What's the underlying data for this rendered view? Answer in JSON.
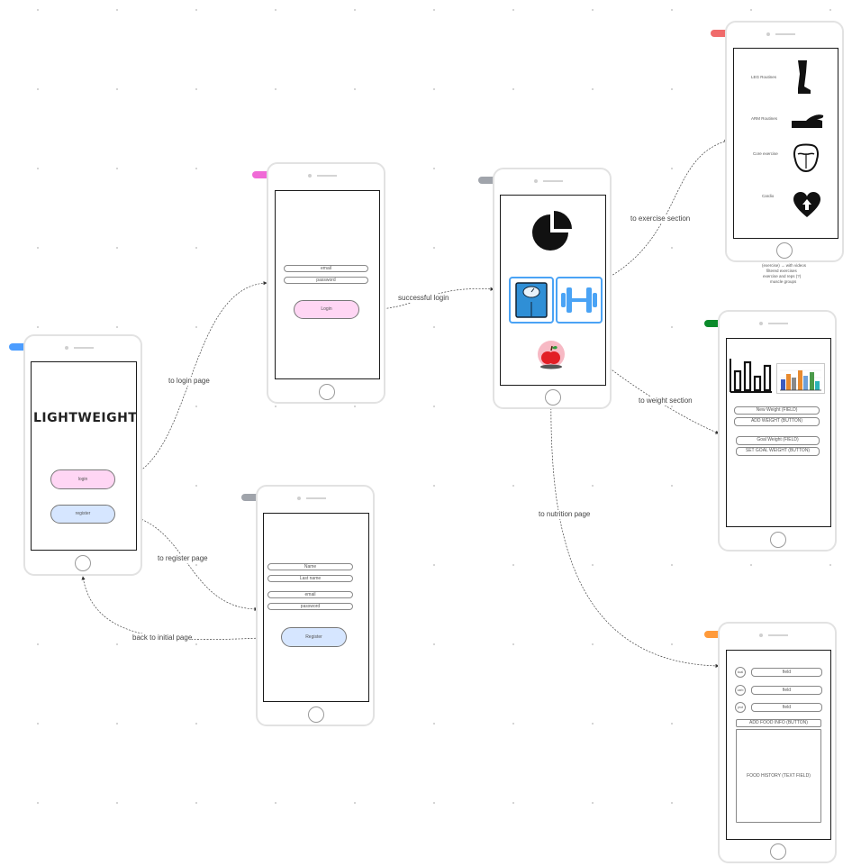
{
  "colors": {
    "login_tag": "#f06ad6",
    "initial_tag": "#4c9dff",
    "register_tag": "#a0a4ab",
    "dashboard_tag": "#a0a4ab",
    "exercise_tag": "#f06b6b",
    "weight_tag": "#0a8a2a",
    "nutrition_tag": "#ff9a3a",
    "pink_button": "#ffd6f4",
    "blue_button": "#d6e6ff",
    "icon_blue": "#4aa3f5"
  },
  "initial_screen": {
    "logo": "LIGHTWEIGHT",
    "login_button": "login",
    "register_button": "register"
  },
  "login_screen": {
    "email_field": "email",
    "password_field": "password",
    "login_button": "Login"
  },
  "register_screen": {
    "name_field": "Name",
    "last_name_field": "Last name",
    "email_field": "email",
    "password_field": "password",
    "register_button": "Register"
  },
  "dashboard_screen": {
    "icons": [
      "pie-chart-icon",
      "scale-icon",
      "dumbbell-icon",
      "apple-icon"
    ]
  },
  "exercise_screen": {
    "items": [
      "LEG Routines",
      "ARM Routines",
      "Core exercise",
      "Cardio"
    ],
    "note": [
      "(exercise) → with videos",
      "filtered exercises",
      "exercise and reps (?)",
      "muscle groups"
    ]
  },
  "weight_screen": {
    "buttons": [
      "New Weight (FIELD)",
      "ADD WEIGHT (BUTTON)",
      "Goal Weight (FIELD)",
      "SET GOAL WEIGHT (BUTTON)"
    ]
  },
  "nutrition_screen": {
    "rows": [
      {
        "label": "kcal",
        "field": "field"
      },
      {
        "label": "carb",
        "field": "field"
      },
      {
        "label": "prot",
        "field": "field"
      }
    ],
    "add_button": "ADD FOOD INFO (BUTTON)",
    "history_field": "FOOD HISTORY (TEXT FIELD)"
  },
  "edges": {
    "to_login": "to login page",
    "to_register": "to register page",
    "back_initial": "back to initial page",
    "successful_login": "successful login",
    "to_exercise": "to exercise section",
    "to_weight": "to weight section",
    "to_nutrition": "to nutrition page"
  }
}
